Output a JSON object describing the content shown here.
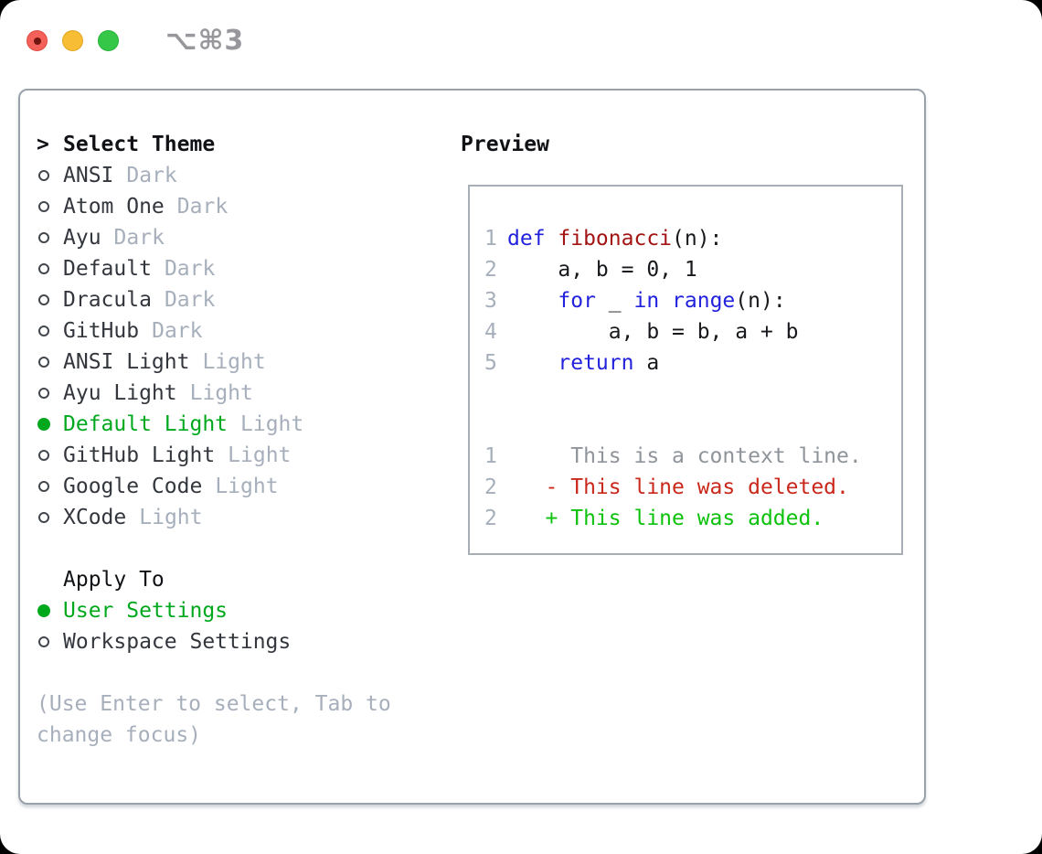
{
  "titlebar": {
    "shortcut": "⌥⌘3"
  },
  "theme_panel": {
    "caret": ">",
    "title": "Select Theme",
    "themes": [
      {
        "name": "ANSI",
        "variant": "Dark",
        "selected": false
      },
      {
        "name": "Atom One",
        "variant": "Dark",
        "selected": false
      },
      {
        "name": "Ayu",
        "variant": "Dark",
        "selected": false
      },
      {
        "name": "Default",
        "variant": "Dark",
        "selected": false
      },
      {
        "name": "Dracula",
        "variant": "Dark",
        "selected": false
      },
      {
        "name": "GitHub",
        "variant": "Dark",
        "selected": false
      },
      {
        "name": "ANSI Light",
        "variant": "Light",
        "selected": false
      },
      {
        "name": "Ayu Light",
        "variant": "Light",
        "selected": false
      },
      {
        "name": "Default Light",
        "variant": "Light",
        "selected": true
      },
      {
        "name": "GitHub Light",
        "variant": "Light",
        "selected": false
      },
      {
        "name": "Google Code",
        "variant": "Light",
        "selected": false
      },
      {
        "name": "XCode",
        "variant": "Light",
        "selected": false
      }
    ],
    "apply_to": {
      "title": "Apply To",
      "options": [
        {
          "name": "User Settings",
          "selected": true
        },
        {
          "name": "Workspace Settings",
          "selected": false
        }
      ]
    },
    "help": "(Use Enter to select, Tab to change focus)"
  },
  "preview": {
    "title": "Preview",
    "code_lines": [
      {
        "num": "1",
        "tokens": [
          {
            "style": "keyword",
            "text": "def "
          },
          {
            "style": "function",
            "text": "fibonacci"
          },
          {
            "style": "plain",
            "text": "(n):"
          }
        ]
      },
      {
        "num": "2",
        "tokens": [
          {
            "style": "plain",
            "text": "    a, b = 0, 1"
          }
        ]
      },
      {
        "num": "3",
        "tokens": [
          {
            "style": "plain",
            "text": "    "
          },
          {
            "style": "keyword",
            "text": "for"
          },
          {
            "style": "plain",
            "text": " _ "
          },
          {
            "style": "keyword",
            "text": "in"
          },
          {
            "style": "plain",
            "text": " "
          },
          {
            "style": "keyword",
            "text": "range"
          },
          {
            "style": "plain",
            "text": "(n):"
          }
        ]
      },
      {
        "num": "4",
        "tokens": [
          {
            "style": "plain",
            "text": "        a, b = b, a + b"
          }
        ]
      },
      {
        "num": "5",
        "tokens": [
          {
            "style": "plain",
            "text": "    "
          },
          {
            "style": "keyword",
            "text": "return"
          },
          {
            "style": "plain",
            "text": " a"
          }
        ]
      }
    ],
    "diff_lines": [
      {
        "num": "1",
        "style": "context",
        "text": "     This is a context line."
      },
      {
        "num": "2",
        "style": "deleted",
        "text": "   - This line was deleted."
      },
      {
        "num": "2",
        "style": "added",
        "text": "   + This line was added."
      }
    ]
  },
  "colors": {
    "accent_green": "#00a81e",
    "added_green": "#0cc20c",
    "deleted_red": "#c9281b",
    "keyword_blue": "#2222dd",
    "function_red": "#a31414",
    "ink": "#33373d",
    "dim_gray": "#a6afbb",
    "context_gray": "#8f949b",
    "panel_border": "#99a1ab",
    "preview_border": "#a7aeb6",
    "titlebar_gray": "#97979c",
    "close_red": "#f4605a",
    "minimize_yellow": "#f6bd35",
    "zoom_green": "#35c748"
  }
}
